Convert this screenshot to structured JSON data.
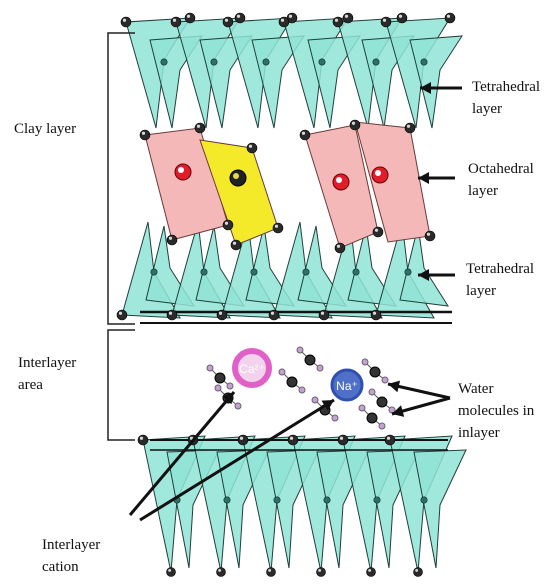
{
  "labels": {
    "clay_layer": "Clay layer",
    "interlayer_area": [
      "Interlayer",
      "area"
    ],
    "tetrahedral_top": [
      "Tetrahedral",
      "layer"
    ],
    "octahedral": [
      "Octahedral",
      "layer"
    ],
    "tetrahedral_bottom": [
      "Tetrahedral",
      "layer"
    ],
    "water_molecules": [
      "Water",
      "molecules in",
      "inlayer"
    ],
    "interlayer_cation": [
      "Interlayer",
      "cation"
    ],
    "cation_ca": "Ca²⁺",
    "cation_na": "Na⁺"
  },
  "colors": {
    "tetrahedra": "#8fe3d6",
    "octahedra": "#f4b8b8",
    "octahedra_highlight": "#f5ea2a",
    "atom": "#2a2a2a",
    "central_red": "#e01e2b",
    "cation_ca_ring": "#e060c8",
    "cation_na_ring": "#3050b0",
    "water_h": "#c8a0d8"
  }
}
